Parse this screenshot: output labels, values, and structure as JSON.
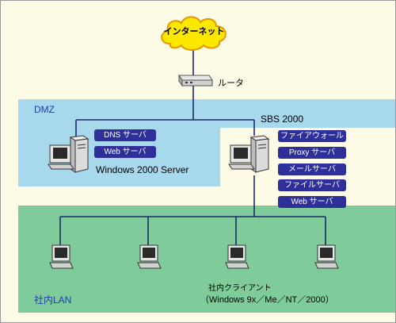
{
  "internet": {
    "label": "インターネット",
    "icon": "cloud-icon"
  },
  "router": {
    "label": "ルータ",
    "icon": "router-icon"
  },
  "dmz": {
    "label": "DMZ"
  },
  "lan": {
    "label": "社内LAN"
  },
  "dmz_server": {
    "icon": "server-icon",
    "caption": "Windows 2000 Server",
    "services": [
      "DNS サーバ",
      "Web サーバ"
    ]
  },
  "sbs": {
    "icon": "server-icon",
    "caption": "SBS 2000",
    "services": [
      "ファイアウォール",
      "Proxy サーバ",
      "メールサーバ",
      "ファイルサーバ",
      "Web サーバ"
    ]
  },
  "clients": {
    "icon": "computer-icon",
    "count": 4,
    "caption_line1": "社内クライアント",
    "caption_line2": "（Windows 9x／Me／NT／2000）"
  },
  "colors": {
    "background": "#fdfbe6",
    "dmz": "#a8d8ec",
    "lan": "#7fcc9a",
    "pill": "#2f2f9a",
    "cloud": "#ffe800",
    "cloud_border": "#e09a00",
    "line": "#1a2a6a"
  }
}
